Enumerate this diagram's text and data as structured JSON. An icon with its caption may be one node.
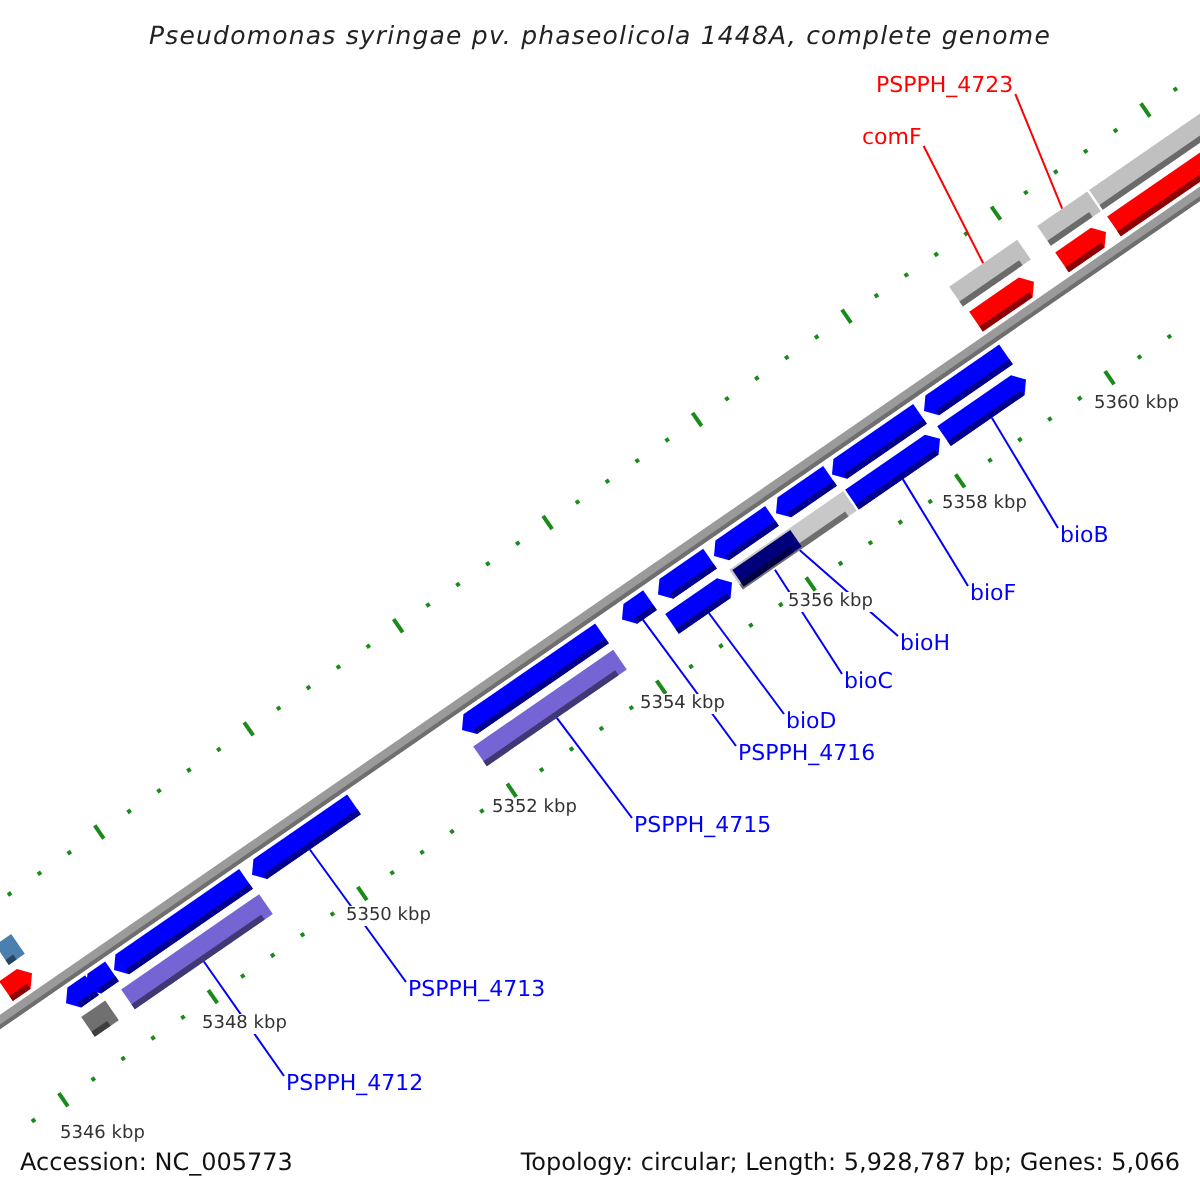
{
  "diagram": {
    "title": "Pseudomonas syringae pv. phaseolicola 1448A, complete genome",
    "nodes": [
      {
        "text": [
          "PSPPH_4723"
        ]
      },
      {
        "text": [
          "comF"
        ]
      },
      {
        "text": [
          "bioB"
        ]
      },
      {
        "text": [
          "bioF"
        ]
      },
      {
        "text": [
          "bioH"
        ]
      },
      {
        "text": [
          "bioC"
        ]
      },
      {
        "text": [
          "bioD"
        ]
      },
      {
        "text": [
          "PSPPH_4716"
        ]
      },
      {
        "text": [
          "PSPPH_4715"
        ]
      },
      {
        "text": [
          "PSPPH_4713"
        ]
      },
      {
        "text": [
          "PSPPH_4712"
        ]
      },
      {
        "text": [],
        "shape": "bar"
      },
      {
        "text": [],
        "shape": "arrow"
      },
      {
        "text": [],
        "shape": "arrow"
      },
      {
        "text": [],
        "shape": "arrow"
      },
      {
        "text": [],
        "shape": "bar"
      },
      {
        "text": [],
        "shape": "arrow"
      },
      {
        "text": [],
        "shape": "bar"
      },
      {
        "text": [],
        "shape": "arrow"
      },
      {
        "text": [],
        "shape": "arrow"
      },
      {
        "text": [],
        "shape": "bar"
      },
      {
        "text": [],
        "shape": "arrow"
      },
      {
        "text": [],
        "shape": "arrow"
      },
      {
        "text": [],
        "shape": "arrow"
      },
      {
        "text": [],
        "shape": "arrow"
      },
      {
        "text": [],
        "shape": "bar"
      },
      {
        "text": [],
        "shape": "bar",
        "in": 25
      },
      {
        "text": [],
        "shape": "arrow"
      },
      {
        "text": [],
        "shape": "arrow"
      },
      {
        "text": [],
        "shape": "arrow"
      },
      {
        "text": [],
        "shape": "arrow"
      },
      {
        "text": [],
        "shape": "arrow"
      },
      {
        "text": [],
        "shape": "bar"
      },
      {
        "text": [],
        "shape": "arrow"
      },
      {
        "text": [],
        "shape": "bar"
      },
      {
        "text": [],
        "shape": "arrow"
      },
      {
        "text": [],
        "shape": "bar"
      },
      {
        "text": [],
        "shape": "arrow"
      }
    ],
    "edges": [
      {
        "from": 0,
        "to": 34,
        "arrow": "none",
        "color": "#ff0000"
      },
      {
        "from": 1,
        "to": 32,
        "arrow": "none",
        "color": "#ff0000"
      },
      {
        "from": 2,
        "to": 31,
        "arrow": "none"
      },
      {
        "from": 3,
        "to": 29,
        "arrow": "none"
      },
      {
        "from": 4,
        "to": 25,
        "arrow": "none"
      },
      {
        "from": 5,
        "to": 26,
        "arrow": "none"
      },
      {
        "from": 6,
        "to": 23,
        "arrow": "none"
      },
      {
        "from": 7,
        "to": 21,
        "arrow": "none"
      },
      {
        "from": 8,
        "to": 20,
        "arrow": "none"
      },
      {
        "from": 9,
        "to": 18,
        "arrow": "none"
      },
      {
        "from": 10,
        "to": 17,
        "arrow": "none"
      }
    ],
    "labels": [
      "5360 kbp",
      "5358 kbp",
      "5356 kbp",
      "5354 kbp",
      "5352 kbp",
      "5350 kbp",
      "5348 kbp",
      "5346 kbp",
      "Accession: NC_005773",
      "Topology: circular; Length: 5,928,787 bp; Genes: 5,066"
    ]
  }
}
